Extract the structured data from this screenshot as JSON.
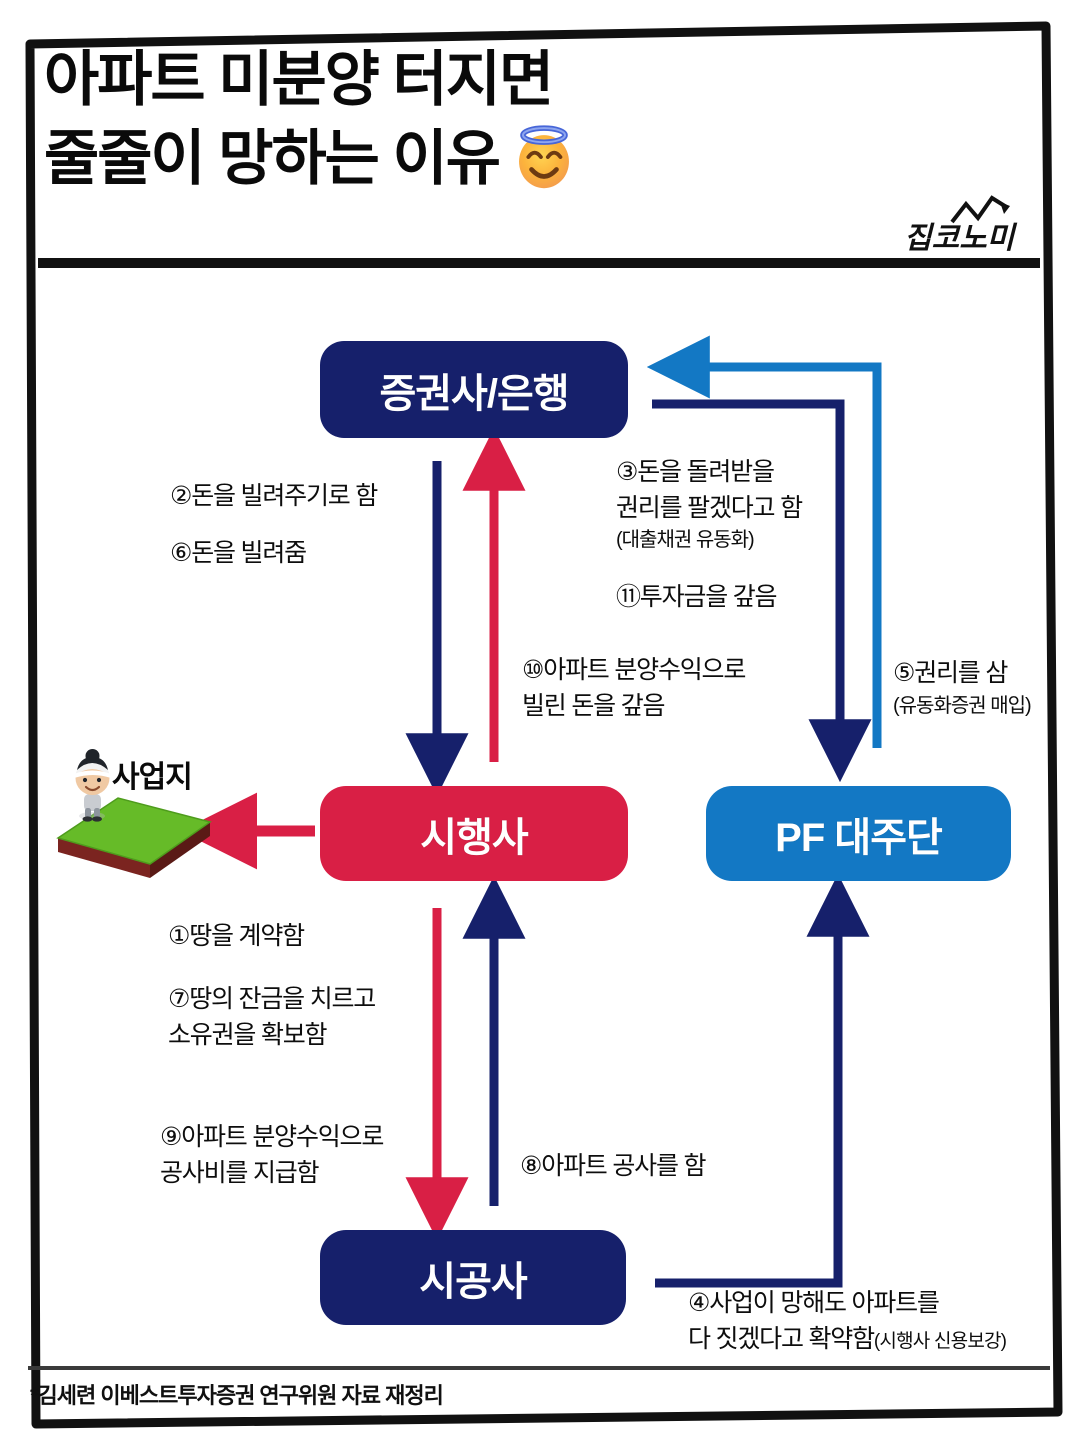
{
  "header": {
    "title_line1": "아파트 미분양 터지면",
    "title_line2": "줄줄이 망하는 이유",
    "emoji_name": "smiling-face-with-halo",
    "logo_text": "집코노미"
  },
  "nodes": {
    "securities": "증권사/은행",
    "developer": "시행사",
    "pf_lenders": "PF 대주단",
    "builder": "시공사",
    "site_label": "사업지"
  },
  "annotations": {
    "step1": "①땅을 계약함",
    "step2": "②돈을 빌려주기로 함",
    "step3_line1": "③돈을 돌려받을",
    "step3_line2": "권리를 팔겠다고 함",
    "step3_sub": "(대출채권 유동화)",
    "step4_line1": "④사업이 망해도 아파트를",
    "step4_line2": "다 짓겠다고 확약함",
    "step4_sub": "(시행사 신용보강)",
    "step5_line1": "⑤권리를 삼",
    "step5_sub": "(유동화증권 매입)",
    "step6": "⑥돈을 빌려줌",
    "step7_line1": "⑦땅의 잔금을 치르고",
    "step7_line2": "소유권을 확보함",
    "step8": "⑧아파트 공사를 함",
    "step9_line1": "⑨아파트 분양수익으로",
    "step9_line2": "공사비를 지급함",
    "step10_line1": "⑩아파트 분양수익으로",
    "step10_line2": "빌린 돈을 갚음",
    "step11": "⑪투자금을 갚음"
  },
  "footer": {
    "source_note": "*김세련 이베스트투자증권 연구위원 자료 재정리"
  },
  "colors": {
    "navy": "#16206b",
    "crimson": "#d91f45",
    "blue": "#1378c4",
    "black": "#111111",
    "grass": "#66bb28",
    "soil": "#7b2420"
  }
}
